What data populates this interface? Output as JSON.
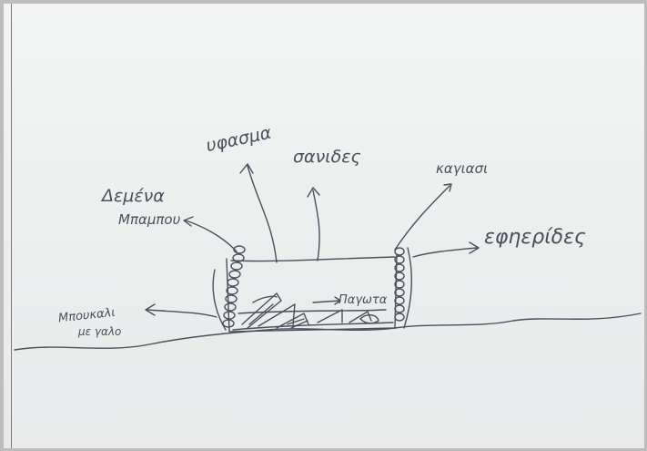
{
  "labels": {
    "fabric": "υφασμα",
    "planks": "σανιδες",
    "tanning_bath_wax": "καγιασι",
    "wall_posts": "εφηερίδες",
    "bamboo_bundle_line1": "Δεμένα",
    "bamboo_bundle_line2": "Μπαμπου",
    "jar_line1": "Μπουκαλι",
    "jar_line2": "με γαλο",
    "straw": "Παγωτα"
  },
  "colors": {
    "ink": "#4a4f5c",
    "paper": "#eef0f0"
  }
}
